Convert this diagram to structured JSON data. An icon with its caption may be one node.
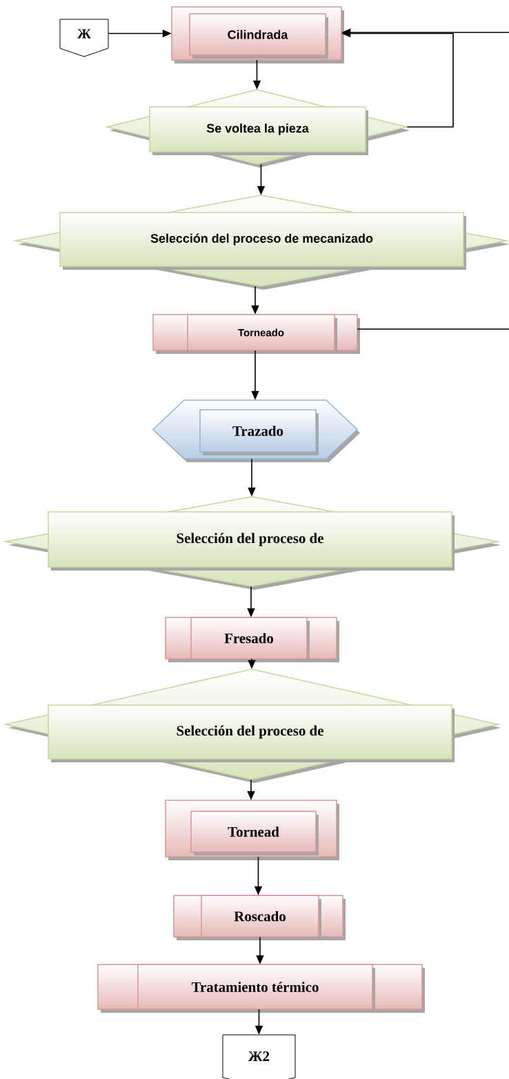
{
  "diagram": {
    "nodes": [
      {
        "text": [
          "Ж"
        ]
      },
      {
        "text": [
          "Cilindrada"
        ]
      },
      {
        "text": [
          "Se voltea  la pieza"
        ]
      },
      {
        "text": [
          "Selección  del proceso de mecanizado"
        ]
      },
      {
        "text": [
          "Torneado"
        ]
      },
      {
        "text": [
          "Trazado"
        ]
      },
      {
        "text": [
          "Selección  del proceso de"
        ]
      },
      {
        "text": [
          "Fresado"
        ]
      },
      {
        "text": [
          "Selección  del proceso de"
        ]
      },
      {
        "text": [
          "Tornead"
        ]
      },
      {
        "text": [
          "Roscado"
        ]
      },
      {
        "text": [
          "Tratamiento térmico"
        ]
      },
      {
        "text": [
          "Ж2"
        ]
      }
    ],
    "edges": [
      {
        "from": 0,
        "to": 1,
        "arrow": "to"
      },
      {
        "from": null,
        "to": 1,
        "arrow": "to"
      },
      {
        "from": 2,
        "to": 1,
        "arrow": "to"
      },
      {
        "from": 1,
        "to": 2,
        "arrow": "to"
      },
      {
        "from": 2,
        "to": 3,
        "arrow": "to"
      },
      {
        "from": 3,
        "to": 4,
        "arrow": "to"
      },
      {
        "from": 4,
        "to": null,
        "arrow": "none"
      },
      {
        "from": 4,
        "to": 5,
        "arrow": "to"
      },
      {
        "from": 5,
        "to": 6,
        "arrow": "to"
      },
      {
        "from": 6,
        "to": 7,
        "arrow": "to"
      },
      {
        "from": 7,
        "to": 8,
        "arrow": "to"
      },
      {
        "from": 8,
        "to": 9,
        "arrow": "to"
      },
      {
        "from": 9,
        "to": 10,
        "arrow": "to"
      },
      {
        "from": 10,
        "to": 11,
        "arrow": "to"
      },
      {
        "from": 11,
        "to": 12,
        "arrow": "to"
      }
    ]
  }
}
